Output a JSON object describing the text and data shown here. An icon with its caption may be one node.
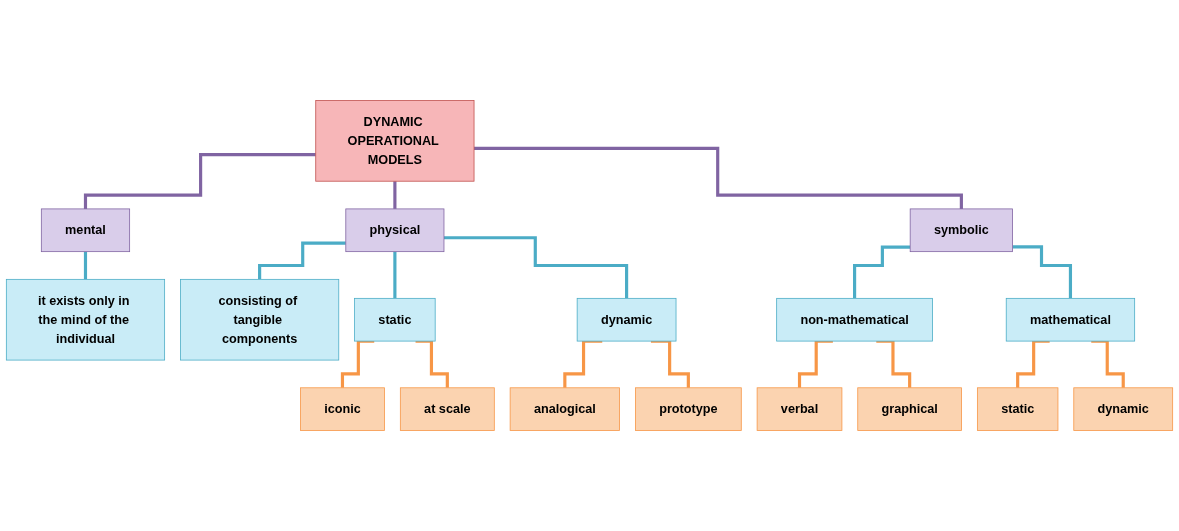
{
  "diagram": {
    "nodes": [
      {
        "text": [
          "DYNAMIC OPERATIONAL MODELS"
        ]
      },
      {
        "text": [
          "mental"
        ]
      },
      {
        "text": [
          "physical"
        ]
      },
      {
        "text": [
          "symbolic"
        ]
      },
      {
        "text": [
          "it exists only in the mind of the individual"
        ]
      },
      {
        "text": [
          "consisting of tangible components"
        ]
      },
      {
        "text": [
          "static"
        ]
      },
      {
        "text": [
          "dynamic"
        ]
      },
      {
        "text": [
          "non-mathematical"
        ]
      },
      {
        "text": [
          "mathematical"
        ]
      },
      {
        "text": [
          "iconic"
        ]
      },
      {
        "text": [
          "at scale"
        ]
      },
      {
        "text": [
          "analogical"
        ]
      },
      {
        "text": [
          "prototype"
        ]
      },
      {
        "text": [
          "verbal"
        ]
      },
      {
        "text": [
          "graphical"
        ]
      },
      {
        "text": [
          "static"
        ]
      },
      {
        "text": [
          "dynamic"
        ]
      }
    ],
    "edges": [
      {
        "from": 0,
        "to": 1,
        "arrow": "none",
        "color": "#8064a2"
      },
      {
        "from": 0,
        "to": 2,
        "arrow": "none",
        "color": "#8064a2"
      },
      {
        "from": 0,
        "to": 3,
        "arrow": "none",
        "color": "#8064a2"
      },
      {
        "from": 1,
        "to": 4,
        "arrow": "none",
        "color": "#4bacc6"
      },
      {
        "from": 2,
        "to": 5,
        "arrow": "none",
        "color": "#4bacc6"
      },
      {
        "from": 2,
        "to": 6,
        "arrow": "none",
        "color": "#4bacc6"
      },
      {
        "from": 2,
        "to": 7,
        "arrow": "none",
        "color": "#4bacc6"
      },
      {
        "from": 3,
        "to": 8,
        "arrow": "none",
        "color": "#4bacc6"
      },
      {
        "from": 3,
        "to": 9,
        "arrow": "none",
        "color": "#4bacc6"
      },
      {
        "from": 6,
        "to": 10,
        "arrow": "none"
      },
      {
        "from": 6,
        "to": 11,
        "arrow": "none"
      },
      {
        "from": 7,
        "to": 12,
        "arrow": "none"
      },
      {
        "from": 7,
        "to": 13,
        "arrow": "none"
      },
      {
        "from": 8,
        "to": 14,
        "arrow": "none"
      },
      {
        "from": 8,
        "to": 15,
        "arrow": "none"
      },
      {
        "from": 9,
        "to": 16,
        "arrow": "none"
      },
      {
        "from": 9,
        "to": 17,
        "arrow": "none"
      }
    ]
  }
}
